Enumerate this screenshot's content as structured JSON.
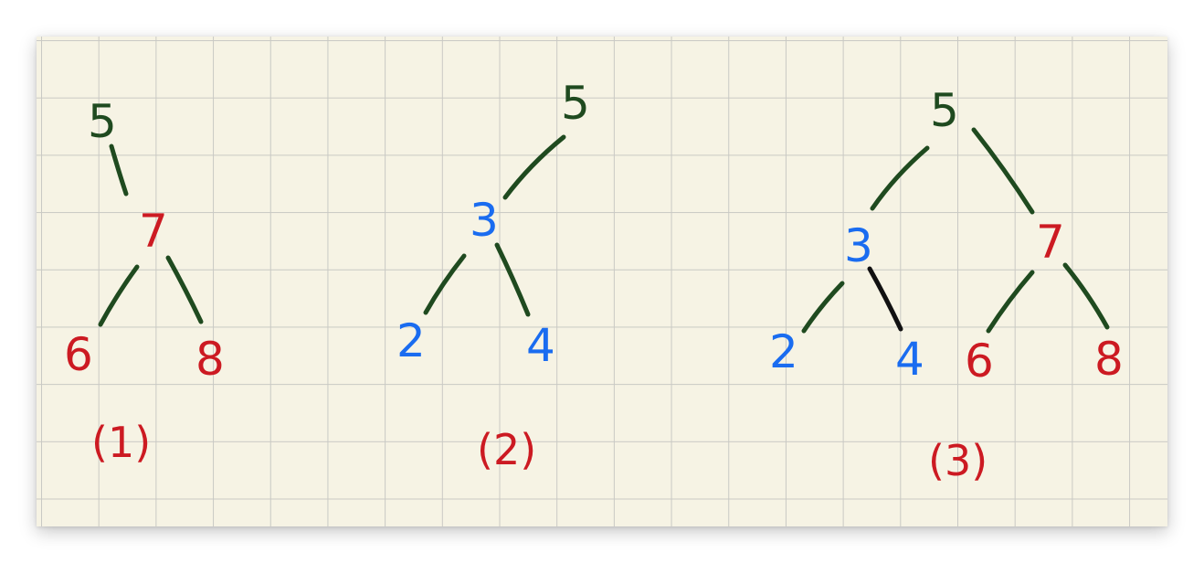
{
  "colors": {
    "paper": "#f6f3e4",
    "grid": "#c9c9c4",
    "root": "#1f4a1f",
    "edge": "#1f4a1f",
    "red": "#cc1a22",
    "blue": "#1a6cf0",
    "black_edge": "#111111"
  },
  "trees": [
    {
      "caption": "(1)",
      "nodes": {
        "root": "5",
        "mid": "7",
        "left": "6",
        "right": "8"
      }
    },
    {
      "caption": "(2)",
      "nodes": {
        "root": "5",
        "mid": "3",
        "left": "2",
        "right": "4"
      }
    },
    {
      "caption": "(3)",
      "nodes": {
        "root": "5",
        "left_mid": "3",
        "right_mid": "7",
        "ll": "2",
        "lr": "4",
        "rl": "6",
        "rr": "8"
      }
    }
  ]
}
